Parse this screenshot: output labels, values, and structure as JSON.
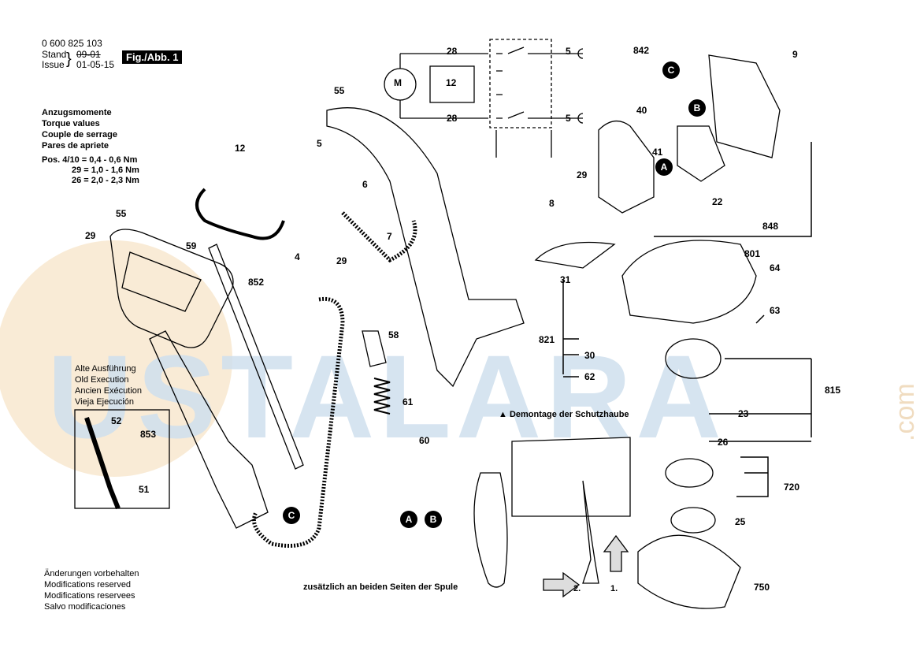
{
  "header": {
    "part_number": "0 600 825 103",
    "stand_label": "Stand",
    "issue_label": "Issue",
    "old_date": "09-01",
    "new_date": "01-05-15",
    "figure_label": "Fig./Abb. 1"
  },
  "torque": {
    "lines": [
      "Anzugsmomente",
      "Torque values",
      "Couple de serrage",
      "Pares de apriete"
    ],
    "values": [
      "Pos. 4/10 = 0,4 - 0,6 Nm",
      "29 = 1,0 - 1,6 Nm",
      "26 = 2,0 - 2,3 Nm"
    ]
  },
  "old_execution": [
    "Alte Ausführung",
    "Old Execution",
    "Ancien Exécution",
    "Vieja Ejecución"
  ],
  "modifications": [
    "Änderungen vorbehalten",
    "Modifications reserved",
    "Modifications reservees",
    "Salvo modificaciones"
  ],
  "demontage_label": "Demontage der Schutzhaube",
  "spool_note": "zusätzlich an beiden Seiten der Spule",
  "step_labels": [
    "1.",
    "2."
  ],
  "watermark": "USTALARA",
  "watermark_suffix": ".com",
  "circuit": {
    "motor_symbol": "M",
    "switch_box": "12",
    "labels": [
      "28",
      "28",
      "5",
      "5"
    ]
  },
  "part_numbers": {
    "p842": "842",
    "p9": "9",
    "p40": "40",
    "p41": "41",
    "p29a": "29",
    "p8": "8",
    "p22": "22",
    "p848": "848",
    "p801": "801",
    "p64": "64",
    "p63": "63",
    "p31": "31",
    "p821": "821",
    "p30": "30",
    "p62": "62",
    "p815": "815",
    "p23": "23",
    "p26": "26",
    "p720": "720",
    "p25": "25",
    "p750": "750",
    "p55a": "55",
    "p55b": "55",
    "p29b": "29",
    "p59": "59",
    "p852": "852",
    "p12": "12",
    "p5": "5",
    "p4": "4",
    "p6": "6",
    "p7": "7",
    "p29c": "29",
    "p58": "58",
    "p61": "61",
    "p60": "60",
    "p52": "52",
    "p853": "853",
    "p51": "51"
  },
  "callouts": {
    "A": "A",
    "B": "B",
    "C": "C"
  }
}
